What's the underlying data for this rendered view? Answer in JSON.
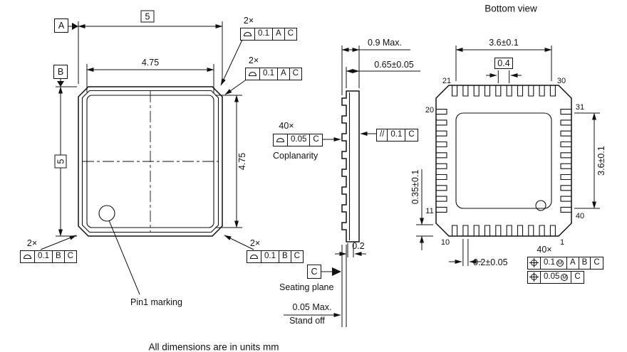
{
  "footer": "All dimensions are in units mm",
  "top_view": {
    "datum_a": "A",
    "datum_b": "B",
    "dim_outer_width": "5",
    "dim_inner_width": "4.75",
    "dim_outer_height": "5",
    "dim_inner_height": "4.75",
    "pin1_label": "Pin1 marking",
    "fcf_top_right_1": {
      "qty": "2×",
      "icon": "profile-of-surface",
      "tol": "0.1",
      "datum1": "A",
      "datum2": "C"
    },
    "fcf_top_right_2": {
      "qty": "2×",
      "icon": "profile-of-surface",
      "tol": "0.1",
      "datum1": "A",
      "datum2": "C"
    },
    "fcf_bottom_left": {
      "qty": "2×",
      "icon": "profile-of-surface",
      "tol": "0.1",
      "datum1": "B",
      "datum2": "C"
    },
    "fcf_bottom_right": {
      "qty": "2×",
      "icon": "profile-of-surface",
      "tol": "0.1",
      "datum1": "B",
      "datum2": "C"
    }
  },
  "side_view": {
    "dim_overall_thickness": "0.9 Max.",
    "dim_body_thickness": "0.65±0.05",
    "coplanarity": {
      "qty": "40×",
      "icon": "profile-of-surface",
      "tol": "0.05",
      "datum1": "C",
      "label": "Coplanarity"
    },
    "parallelism": {
      "symbol": "//",
      "tol": "0.1",
      "datum1": "C"
    },
    "dim_lead_foot": "0.2",
    "datum_c": "C",
    "seating_plane_label": "Seating plane",
    "dim_standoff": "0.05 Max.",
    "standoff_label": "Stand off"
  },
  "bottom_view": {
    "title": "Bottom view",
    "dim_pad_width": "3.6±0.1",
    "dim_pad_height": "3.6±0.1",
    "dim_pin_pitch": "0.4",
    "dim_pin_length": "0.35±0.1",
    "dim_pin_width": "0.2±0.05",
    "position_qty": "40×",
    "fcf_position_1": {
      "icon": "position",
      "tol": "0.1",
      "modifier": "M",
      "datum1": "A",
      "datum2": "B",
      "datum3": "C"
    },
    "fcf_position_2": {
      "icon": "position",
      "tol": "0.05",
      "modifier": "M",
      "datum1": "C"
    },
    "pins": {
      "p21": "21",
      "p30": "30",
      "p20": "20",
      "p31": "31",
      "p11": "11",
      "p40": "40",
      "p10": "10",
      "p1": "1"
    }
  }
}
